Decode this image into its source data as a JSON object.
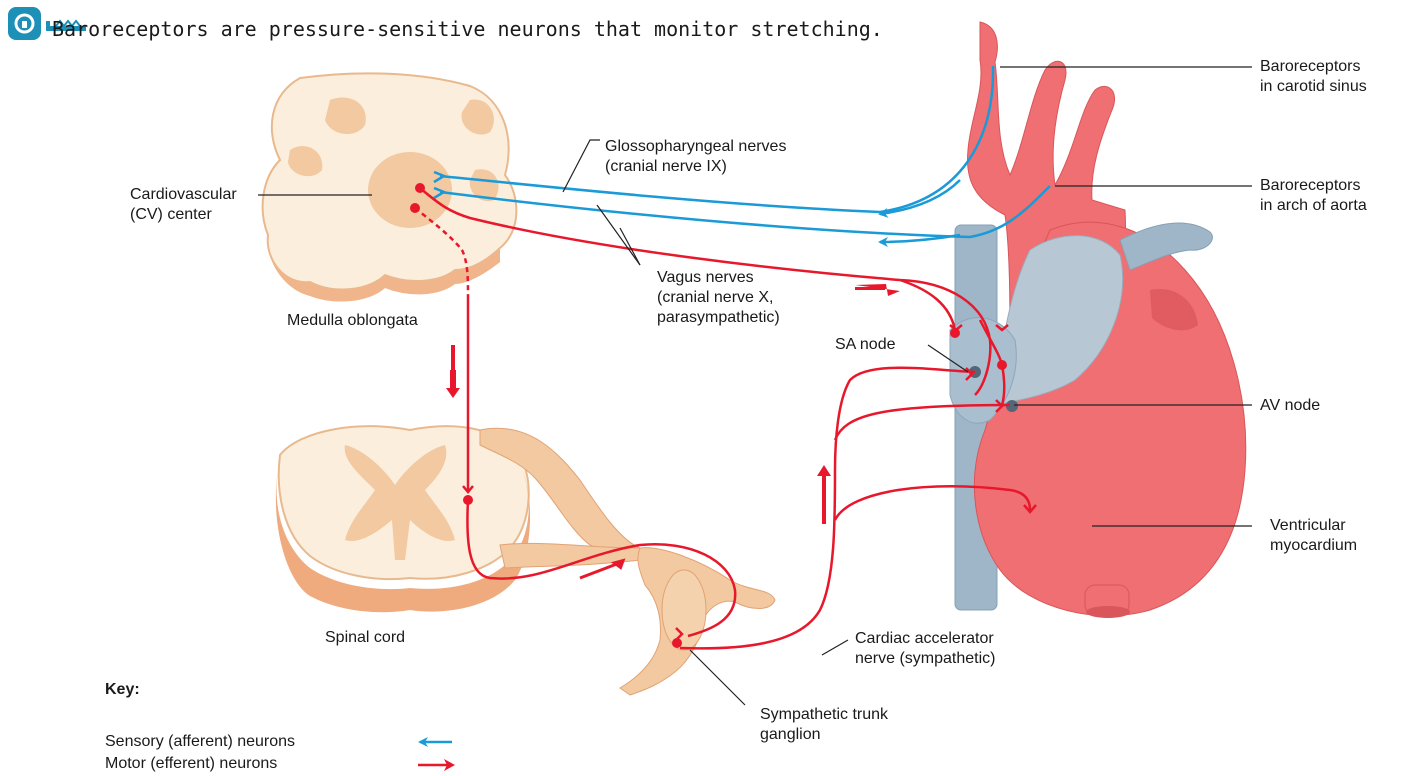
{
  "header": {
    "caption": "Baroreceptors are pressure-sensitive neurons that monitor stretching.",
    "icons": [
      "unlocked-lock-icon",
      "key-icon"
    ]
  },
  "labels": {
    "cv_center": [
      "Cardiovascular",
      "(CV) center"
    ],
    "medulla": "Medulla oblongata",
    "spinal_cord": "Spinal cord",
    "glossopharyngeal": [
      "Glossopharyngeal nerves",
      "(cranial nerve IX)"
    ],
    "vagus": [
      "Vagus nerves",
      "(cranial nerve X,",
      "parasympathetic)"
    ],
    "carotid": [
      "Baroreceptors",
      "in carotid sinus"
    ],
    "aortic_arch": [
      "Baroreceptors",
      "in arch of aorta"
    ],
    "sa_node": "SA node",
    "av_node": "AV node",
    "ventricular": [
      "Ventricular",
      "myocardium"
    ],
    "cardiac_accelerator": [
      "Cardiac accelerator",
      "nerve (sympathetic)"
    ],
    "sympathetic_trunk": [
      "Sympathetic trunk",
      "ganglion"
    ]
  },
  "key": {
    "title": "Key:",
    "items": [
      {
        "label": "Sensory (afferent) neurons",
        "color": "#1a9ad6"
      },
      {
        "label": "Motor (efferent) neurons",
        "color": "#e8182c"
      }
    ]
  },
  "colors": {
    "sensory": "#1a9ad6",
    "motor": "#e8182c",
    "tissue_light": "#fbeedd",
    "tissue_mid": "#f2c9a0",
    "heart": "#ef6f72",
    "vessel_blue": "#9fb6c8"
  }
}
